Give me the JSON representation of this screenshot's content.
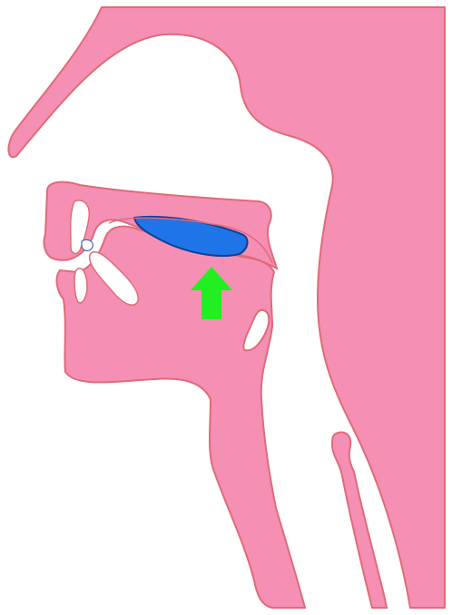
{
  "diagram": {
    "kind": "sagittal section of the head and neck (vocal tract)",
    "colors": {
      "background": "#ffffff",
      "tissue_fill": "#f590b4",
      "tissue_outline": "#e06a78",
      "teeth": "#ffffff",
      "highlight_fill": "#1f74e8",
      "highlight_outline": "#0d3f9a",
      "arrow": "#22ee22"
    },
    "highlight": {
      "part": "tongue dorsum",
      "icon": "blue-lens-shape"
    },
    "arrow": {
      "direction": "up",
      "icon": "up-arrow-icon"
    },
    "parts": [
      "skull-and-nasal-cavity",
      "hard-palate",
      "upper-lip",
      "lower-lip",
      "upper-teeth",
      "lower-teeth",
      "tongue",
      "epiglottis",
      "larynx",
      "trachea",
      "esophagus",
      "pharynx-back-wall"
    ]
  }
}
